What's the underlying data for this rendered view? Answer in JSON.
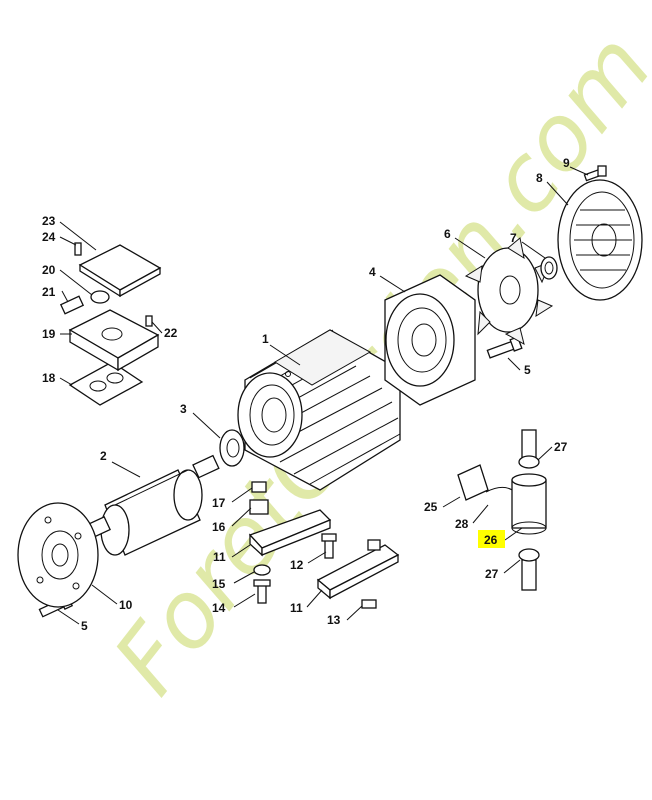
{
  "watermark": "ForetGarden.com",
  "highlight_color": "#ffff00",
  "highlighted_callout": "26",
  "callouts": [
    {
      "id": "c1",
      "label": "1"
    },
    {
      "id": "c2",
      "label": "2"
    },
    {
      "id": "c3",
      "label": "3"
    },
    {
      "id": "c4",
      "label": "4"
    },
    {
      "id": "c5a",
      "label": "5"
    },
    {
      "id": "c5b",
      "label": "5"
    },
    {
      "id": "c6",
      "label": "6"
    },
    {
      "id": "c7",
      "label": "7"
    },
    {
      "id": "c8",
      "label": "8"
    },
    {
      "id": "c9",
      "label": "9"
    },
    {
      "id": "c10",
      "label": "10"
    },
    {
      "id": "c11a",
      "label": "11"
    },
    {
      "id": "c11b",
      "label": "11"
    },
    {
      "id": "c12",
      "label": "12"
    },
    {
      "id": "c13",
      "label": "13"
    },
    {
      "id": "c14",
      "label": "14"
    },
    {
      "id": "c15",
      "label": "15"
    },
    {
      "id": "c16",
      "label": "16"
    },
    {
      "id": "c17",
      "label": "17"
    },
    {
      "id": "c18",
      "label": "18"
    },
    {
      "id": "c19",
      "label": "19"
    },
    {
      "id": "c20",
      "label": "20"
    },
    {
      "id": "c21",
      "label": "21"
    },
    {
      "id": "c22",
      "label": "22"
    },
    {
      "id": "c23",
      "label": "23"
    },
    {
      "id": "c24",
      "label": "24"
    },
    {
      "id": "c25",
      "label": "25"
    },
    {
      "id": "c26",
      "label": "26"
    },
    {
      "id": "c27a",
      "label": "27"
    },
    {
      "id": "c27b",
      "label": "27"
    },
    {
      "id": "c28",
      "label": "28"
    }
  ]
}
